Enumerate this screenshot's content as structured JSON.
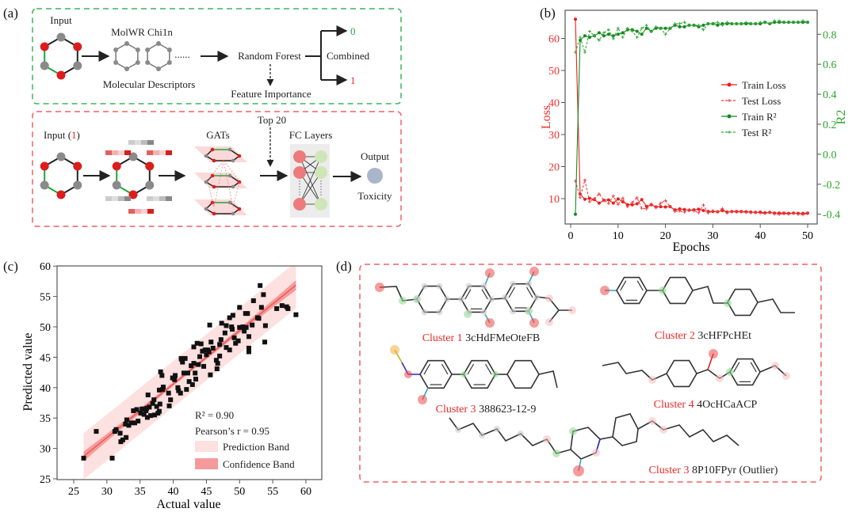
{
  "panels": {
    "a": "(a)",
    "b": "(b)",
    "c": "(c)",
    "d": "(d)"
  },
  "pipeline": {
    "input": "Input",
    "descriptor_names": "MolWR  Chi1n",
    "ellipsis": "......",
    "molecular_descriptors": "Molecular Descriptors",
    "random_forest": "Random Forest",
    "feature_importance": "Feature Importance",
    "combined": "Combined",
    "class_0": "0",
    "class_1": "1",
    "top20": "Top 20",
    "input1_prefix": "Input (",
    "input1_class": "1",
    "input1_suffix": ")",
    "gats": "GATs",
    "fc_layers": "FC Layers",
    "output": "Output",
    "toxicity": "Toxicity",
    "colors": {
      "green_box": "#3cb55a",
      "red_box": "#f06060",
      "red_atom": "#dd1c1c",
      "gray_atom": "#8a8a8a",
      "output_node": "#a9b6ca"
    }
  },
  "molecules": [
    {
      "cluster": "Cluster 1",
      "name": "3cHdFMeOteFB"
    },
    {
      "cluster": "Cluster 2",
      "name": "3cHFPcHEt"
    },
    {
      "cluster": "Cluster 3",
      "name": "388623-12-9"
    },
    {
      "cluster": "Cluster 4",
      "name": "4OcHCaACP"
    },
    {
      "cluster": "Cluster 3",
      "name": "8P10FPyr (Outlier)"
    }
  ],
  "chart_data": [
    {
      "type": "line",
      "xlabel": "Epochs",
      "ylabel": "Loss",
      "ylabel_right": "R2",
      "xlim": [
        -1.3,
        52
      ],
      "ylim": [
        1.9,
        69.6
      ],
      "ylim_right": [
        -0.47,
        0.965
      ],
      "xticks": [
        0,
        10,
        20,
        30,
        40,
        50
      ],
      "yticks": [
        10,
        20,
        30,
        40,
        50,
        60
      ],
      "yticks_right": [
        "-0.4",
        "-0.2",
        "0.0",
        "0.2",
        "0.4",
        "0.6",
        "0.8"
      ],
      "legend_position": "center-right",
      "x": [
        1,
        2,
        3,
        4,
        5,
        6,
        7,
        8,
        9,
        10,
        11,
        12,
        13,
        14,
        15,
        16,
        17,
        18,
        19,
        20,
        21,
        22,
        23,
        24,
        25,
        26,
        27,
        28,
        29,
        30,
        31,
        32,
        33,
        34,
        35,
        36,
        37,
        38,
        39,
        40,
        41,
        42,
        43,
        44,
        45,
        46,
        47,
        48,
        49,
        50
      ],
      "series": [
        {
          "name": "Train Loss",
          "axis": "left",
          "color": "#ee1c1c",
          "style": "solid",
          "values": [
            66,
            11.4,
            9.8,
            10.1,
            9.7,
            8.6,
            9.5,
            9.6,
            8.6,
            9.9,
            9.0,
            8.1,
            8.1,
            8.4,
            9.7,
            7.6,
            8.1,
            7.4,
            7.5,
            7.4,
            7.5,
            6.5,
            6.8,
            6.6,
            6.4,
            6.5,
            6.7,
            6.3,
            6.0,
            6.0,
            5.9,
            6.3,
            5.8,
            6.0,
            6.0,
            6.0,
            5.9,
            5.8,
            5.7,
            5.8,
            5.6,
            5.7,
            5.5,
            5.5,
            5.5,
            5.4,
            5.5,
            5.4,
            5.4,
            5.5
          ]
        },
        {
          "name": "Test Loss",
          "axis": "left",
          "color": "#ee3c3c",
          "style": "dashed",
          "values": [
            15.5,
            10.3,
            15.8,
            9.0,
            10.0,
            11.5,
            9.5,
            8.5,
            10.8,
            8.2,
            10.2,
            7.5,
            8.8,
            10.3,
            7.0,
            6.8,
            8.3,
            7.2,
            8.6,
            9.4,
            7.5,
            6.0,
            6.2,
            5.8,
            6.5,
            6.2,
            5.6,
            8.0,
            5.5,
            6.2,
            5.9,
            6.9,
            5.5,
            6.0,
            5.8,
            5.9,
            5.7,
            5.6,
            5.8,
            5.5,
            5.4,
            5.7,
            5.2,
            5.1,
            5.3,
            5.2,
            5.4,
            5.1,
            5.0,
            5.3
          ]
        },
        {
          "name": "Train R²",
          "axis": "right",
          "color": "#138a1e",
          "style": "solid",
          "values": [
            -0.4,
            0.76,
            0.79,
            0.78,
            0.79,
            0.81,
            0.79,
            0.8,
            0.79,
            0.8,
            0.81,
            0.83,
            0.83,
            0.82,
            0.8,
            0.84,
            0.82,
            0.84,
            0.84,
            0.84,
            0.84,
            0.86,
            0.85,
            0.85,
            0.86,
            0.86,
            0.85,
            0.86,
            0.87,
            0.87,
            0.86,
            0.87,
            0.87,
            0.87,
            0.87,
            0.87,
            0.87,
            0.87,
            0.87,
            0.87,
            0.88,
            0.87,
            0.88,
            0.88,
            0.88,
            0.88,
            0.88,
            0.88,
            0.88,
            0.88
          ]
        },
        {
          "name": "Test R²",
          "axis": "right",
          "color": "#35a83a",
          "style": "dashed",
          "values": [
            0.68,
            0.78,
            0.68,
            0.82,
            0.79,
            0.76,
            0.81,
            0.83,
            0.77,
            0.84,
            0.78,
            0.84,
            0.82,
            0.78,
            0.84,
            0.86,
            0.82,
            0.85,
            0.84,
            0.8,
            0.84,
            0.87,
            0.87,
            0.88,
            0.86,
            0.86,
            0.86,
            0.83,
            0.87,
            0.87,
            0.88,
            0.86,
            0.88,
            0.87,
            0.87,
            0.87,
            0.88,
            0.87,
            0.87,
            0.88,
            0.88,
            0.87,
            0.89,
            0.89,
            0.88,
            0.88,
            0.88,
            0.88,
            0.89,
            0.88
          ]
        }
      ]
    },
    {
      "type": "scatter",
      "xlabel": "Actual value",
      "ylabel": "Predicted value",
      "xlim": [
        22.5,
        62.4
      ],
      "ylim": [
        25,
        60
      ],
      "xticks": [
        25,
        30,
        35,
        40,
        45,
        50,
        55,
        60
      ],
      "yticks": [
        25,
        30,
        35,
        40,
        45,
        50,
        55,
        60
      ],
      "annotations": [
        "R² = 0.90",
        "Pearson’s r = 0.95"
      ],
      "legend": [
        "Prediction Band",
        "Confidence Band"
      ],
      "legend_position": "bottom-right",
      "fit": {
        "slope": 0.88,
        "intercept": 5.38,
        "x_range": [
          26.5,
          58.5
        ],
        "prediction_half_width": 3.8,
        "confidence_half_width_end": 0.8,
        "confidence_half_width_mid": 0.3
      },
      "colors": {
        "points": "#111111",
        "prediction_band": "#fde0e0",
        "confidence_band": "#f59a9a",
        "fit_line": "#ee4a4a"
      },
      "points": [
        [
          26.5,
          28.4
        ],
        [
          28.4,
          32.8
        ],
        [
          30.8,
          28.4
        ],
        [
          31.2,
          32.8
        ],
        [
          31.4,
          33.1
        ],
        [
          32,
          32.5
        ],
        [
          32.1,
          31.1
        ],
        [
          32.4,
          31.4
        ],
        [
          32.9,
          31.8
        ],
        [
          32.8,
          34.0
        ],
        [
          33.0,
          34.7
        ],
        [
          33.3,
          33.8
        ],
        [
          33.7,
          34.2
        ],
        [
          34.0,
          36.2
        ],
        [
          34.5,
          36.4
        ],
        [
          34.7,
          34.5
        ],
        [
          35.1,
          35.8
        ],
        [
          35.3,
          36.5
        ],
        [
          35.6,
          35.6
        ],
        [
          35.9,
          36.2
        ],
        [
          36.1,
          35.1
        ],
        [
          36.2,
          38.8
        ],
        [
          36.4,
          36.8
        ],
        [
          36.6,
          35.4
        ],
        [
          36.9,
          37.4
        ],
        [
          37.1,
          38.0
        ],
        [
          37.2,
          35.5
        ],
        [
          37.5,
          36.9
        ],
        [
          37.7,
          35.8
        ],
        [
          37.9,
          36.1
        ],
        [
          37.9,
          39.6
        ],
        [
          38.0,
          37.3
        ],
        [
          38.1,
          42.6
        ],
        [
          38.3,
          42.0
        ],
        [
          38.4,
          39.7
        ],
        [
          38.5,
          40.1
        ],
        [
          39.3,
          39.1
        ],
        [
          39.4,
          37.0
        ],
        [
          39.6,
          38.0
        ],
        [
          39.9,
          41.6
        ],
        [
          40.3,
          42.0
        ],
        [
          40.7,
          40.0
        ],
        [
          40.8,
          39.5
        ],
        [
          41.1,
          39.1
        ],
        [
          41.3,
          44.6
        ],
        [
          41.4,
          44.2
        ],
        [
          41.6,
          42.4
        ],
        [
          41.8,
          44.8
        ],
        [
          42.0,
          39.7
        ],
        [
          42.2,
          42.4
        ],
        [
          42.4,
          41.0
        ],
        [
          42.7,
          43.6
        ],
        [
          42.9,
          40.5
        ],
        [
          43.1,
          44.0
        ],
        [
          43.1,
          46.7
        ],
        [
          43.3,
          42.4
        ],
        [
          43.4,
          41.4
        ],
        [
          43.6,
          47.3
        ],
        [
          43.8,
          43.8
        ],
        [
          44.0,
          45.1
        ],
        [
          44.2,
          47.2
        ],
        [
          44.4,
          46.0
        ],
        [
          44.6,
          43.5
        ],
        [
          45.0,
          45.4
        ],
        [
          45.2,
          46.2
        ],
        [
          45.4,
          45.9
        ],
        [
          45.5,
          50.3
        ],
        [
          45.6,
          42.1
        ],
        [
          45.7,
          47.5
        ],
        [
          46.0,
          46.5
        ],
        [
          46.5,
          44.5
        ],
        [
          46.6,
          43.1
        ],
        [
          46.7,
          44.0
        ],
        [
          47.0,
          47.1
        ],
        [
          47.0,
          45.2
        ],
        [
          47.2,
          47.9
        ],
        [
          47.3,
          50.6
        ],
        [
          47.8,
          49.0
        ],
        [
          48.0,
          50.2
        ],
        [
          48.0,
          46.6
        ],
        [
          48.5,
          51.5
        ],
        [
          48.5,
          46.2
        ],
        [
          48.8,
          50.0
        ],
        [
          48.9,
          49.6
        ],
        [
          49.0,
          51.9
        ],
        [
          49.2,
          48.2
        ],
        [
          49.4,
          47.3
        ],
        [
          49.8,
          47.7
        ],
        [
          50.0,
          49.9
        ],
        [
          50.0,
          53.2
        ],
        [
          50.5,
          50.0
        ],
        [
          50.7,
          49.3
        ],
        [
          50.9,
          52.2
        ],
        [
          51.0,
          49.9
        ],
        [
          51.2,
          52.2
        ],
        [
          51.4,
          48.4
        ],
        [
          51.4,
          46.5
        ],
        [
          51.4,
          45.9
        ],
        [
          51.9,
          50.3
        ],
        [
          52.1,
          54.3
        ],
        [
          52.7,
          51.5
        ],
        [
          52.9,
          51.4
        ],
        [
          53.1,
          56.8
        ],
        [
          53.3,
          53.2
        ],
        [
          53.6,
          55.3
        ],
        [
          53.8,
          47.5
        ],
        [
          53.9,
          50.2
        ],
        [
          55.6,
          53.0
        ],
        [
          56.4,
          53.5
        ],
        [
          57.1,
          53.3
        ],
        [
          57.3,
          53.0
        ],
        [
          58.5,
          52.0
        ],
        [
          41.2,
          44.8
        ],
        [
          44.8,
          46.2
        ],
        [
          36.0,
          36.6
        ],
        [
          34.2,
          34.2
        ],
        [
          40.2,
          41.3
        ]
      ]
    }
  ]
}
